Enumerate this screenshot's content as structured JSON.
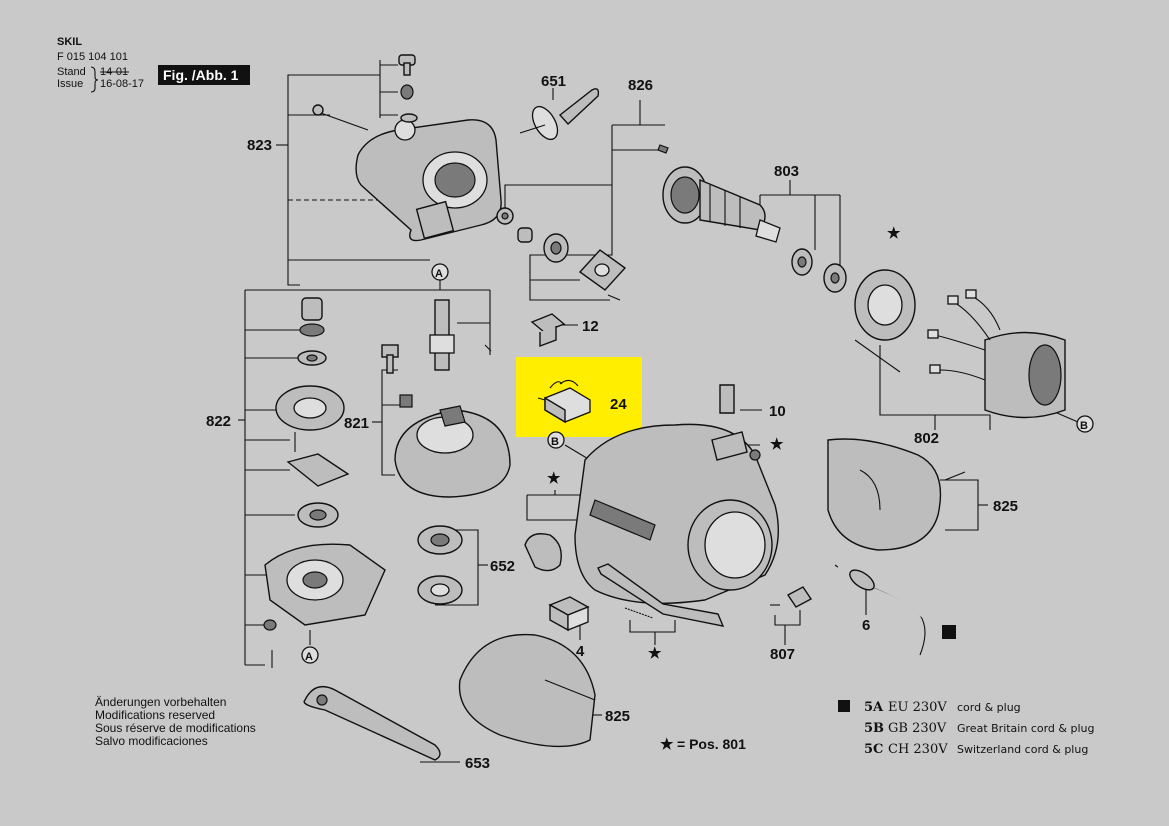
{
  "header": {
    "brand": "SKIL",
    "part_number": "F 015 104 101",
    "stand_label": "Stand",
    "stand_value": "14-01",
    "issue_label": "Issue",
    "issue_value": "16-08-17",
    "figure": "Fig. /Abb. 1"
  },
  "labels": {
    "p651": "651",
    "p826": "826",
    "p823": "823",
    "p803": "803",
    "p12": "12",
    "p24": "24",
    "p10": "10",
    "p822": "822",
    "p821": "821",
    "p802": "802",
    "p825a": "825",
    "p652": "652",
    "p6": "6",
    "p4": "4",
    "p807": "807",
    "p825b": "825",
    "p653": "653",
    "markA1": "A",
    "markA2": "A",
    "markB1": "B",
    "markB2": "B"
  },
  "notes": {
    "line1": "Änderungen vorbehalten",
    "line2": "Modifications reserved",
    "line3": "Sous réserve de modifications",
    "line4": "Salvo modificaciones",
    "star_pos": "= Pos. 801"
  },
  "legend": [
    {
      "code": "5A",
      "voltage": "EU 230V",
      "desc": "cord & plug"
    },
    {
      "code": "5B",
      "voltage": "GB 230V",
      "desc": "Great Britain cord & plug"
    },
    {
      "code": "5C",
      "voltage": "CH 230V",
      "desc": "Switzerland cord & plug"
    }
  ],
  "colors": {
    "background": "#c9c9c9",
    "highlight": "#ffee00",
    "ink": "#111111"
  },
  "icons": {
    "star": "star-icon",
    "square": "square-marker-icon"
  }
}
